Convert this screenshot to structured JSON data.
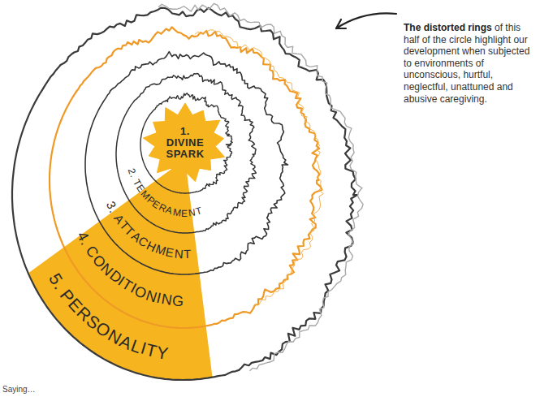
{
  "diagram": {
    "nodes": [
      {
        "text": [
          "1. DIVINE SPARK"
        ]
      },
      {
        "text": [
          "2. TEMPERAMENT"
        ]
      },
      {
        "text": [
          "3. ATTACHMENT"
        ]
      },
      {
        "text": [
          "4. CONDITIONING"
        ]
      },
      {
        "text": [
          "5. PERSONALITY"
        ]
      }
    ],
    "labels": [
      "The distorted rings",
      "of this half of the circle highlight our development when subjected to environments of unconscious, hurtful, neglectful, unattuned and abusive caregiving.",
      "Saying…"
    ]
  }
}
